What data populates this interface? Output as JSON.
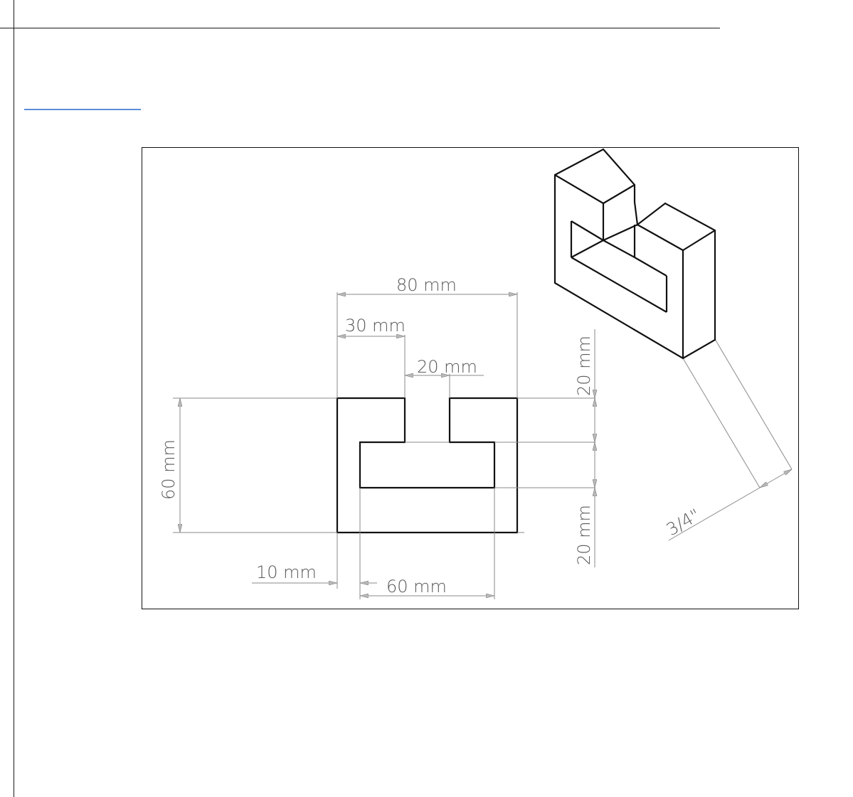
{
  "colors": {
    "link_underline": "#5b8fd8",
    "object_lines": "#111111",
    "dimension_lines": "#8a8a8a",
    "dimension_text": "#5a5a5a"
  },
  "drawing": {
    "dimensions": {
      "overall_width": "80 mm",
      "left_leg_width": "30 mm",
      "slot_width": "20 mm",
      "overall_height": "60 mm",
      "top_height": "20 mm",
      "bottom_height": "20 mm",
      "offset": "10 mm",
      "inner_width": "60 mm",
      "thickness": "3/4\""
    }
  }
}
